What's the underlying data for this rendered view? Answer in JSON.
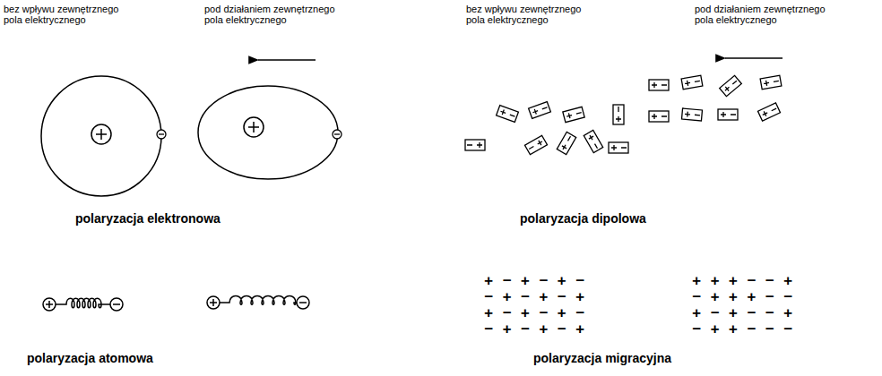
{
  "diagram": {
    "labels": [
      "bez wpływu zewnętrznego pola elektrycznego",
      "pod działaniem zewnętrznego pola elektrycznego",
      "bez wpływu zewnętrznego pola elektrycznego",
      "pod działaniem zewnętrznego pola elektrycznego",
      "polaryzacja elektronowa",
      "polaryzacja dipolowa",
      "polaryzacja atomowa",
      "polaryzacja migracyjna",
      "+ − + − + −",
      "− + − + − +",
      "+ − + − + −",
      "− + − + − +",
      "+ + + − − +",
      "− + + + − −",
      "+ − + − − +",
      "− + + − − −"
    ]
  }
}
